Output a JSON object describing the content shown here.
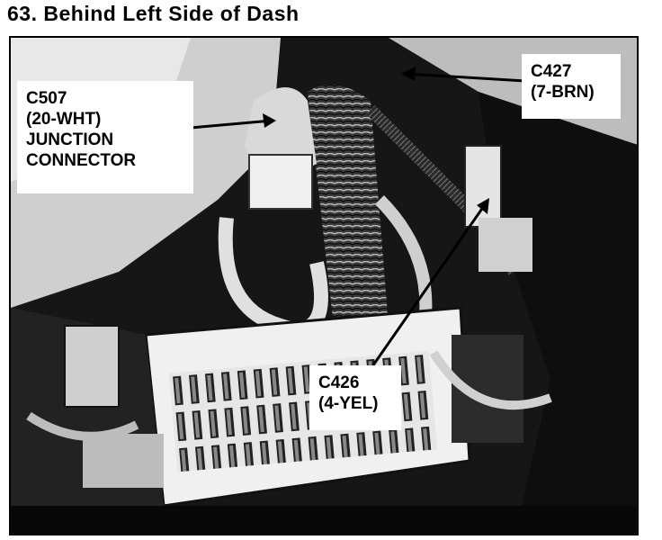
{
  "figure": {
    "number_title": "63. Behind Left Side of Dash"
  },
  "callouts": {
    "c507": [
      "C507",
      "(20-WHT)",
      "JUNCTION",
      "CONNECTOR"
    ],
    "c427": [
      "C427",
      "(7-BRN)"
    ],
    "c426": [
      "C426",
      "(4-YEL)"
    ]
  },
  "colors": {
    "photo_dark": "#1a1a1a",
    "photo_light": "#d8d8d8",
    "label_bg": "#ffffff",
    "ink": "#000000"
  }
}
